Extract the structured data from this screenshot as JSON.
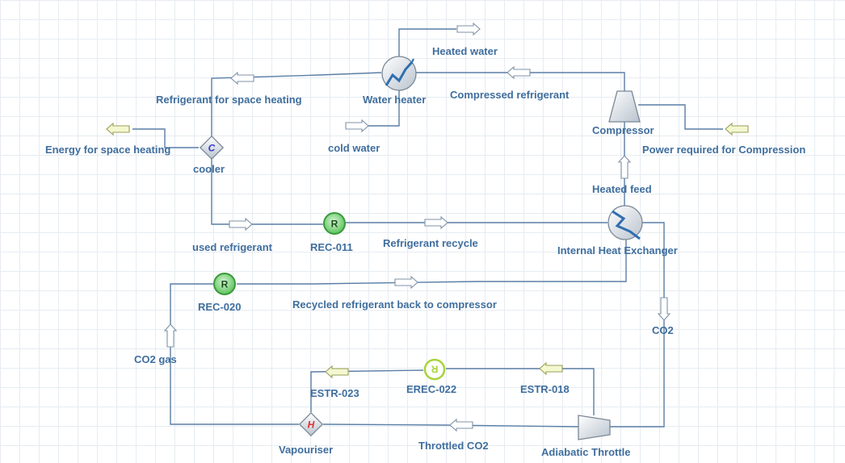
{
  "labels": {
    "heated_water": "Heated water",
    "refrigerant_space_heating": "Refrigerant for space heating",
    "water_heater": "Water heater",
    "compressed_refrigerant": "Compressed refrigerant",
    "compressor": "Compressor",
    "energy_space_heating": "Energy for space heating",
    "cold_water": "cold water",
    "power_compression": "Power required for Compression",
    "cooler": "cooler",
    "heated_feed": "Heated feed",
    "used_refrigerant": "used refrigerant",
    "rec011": "REC-011",
    "refrigerant_recycle": "Refrigerant recycle",
    "ihx": "Internal Heat Exchanger",
    "rec020": "REC-020",
    "recycled_back": "Recycled refrigerant back to compressor",
    "co2": "CO2",
    "co2_gas": "CO2 gas",
    "estr023": "ESTR-023",
    "erec022": "EREC-022",
    "estr018": "ESTR-018",
    "vapouriser": "Vapouriser",
    "throttled_co2": "Throttled CO2",
    "adiabatic_throttle": "Adiabatic Throttle"
  },
  "symbols": {
    "recycle_letter": "R",
    "recycle_letter_2": "R",
    "energy_recycle_letter": "R",
    "cooler_letter": "C",
    "heater_letter": "H"
  },
  "colors": {
    "line": "#5a7ea6",
    "label": "#3f6e9e",
    "recycle_fill": "#7fd67f",
    "energy_recycle_ring": "#a8d33a",
    "heater_letter": "#e03030",
    "cooler_letter": "#3b3bd0",
    "energy_arrow_fill": "#f4f8d0"
  }
}
